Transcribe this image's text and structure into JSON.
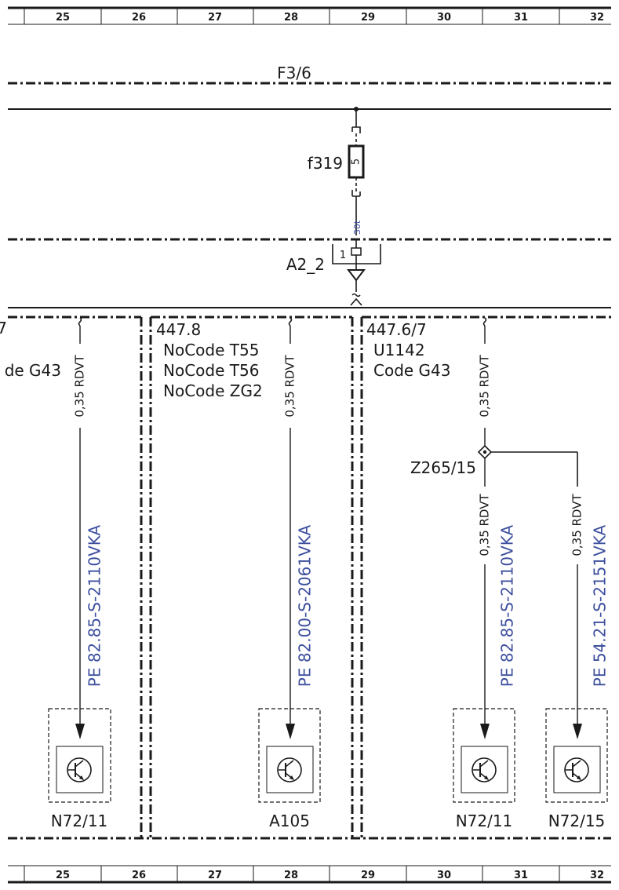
{
  "ruler": {
    "columns": [
      "25",
      "26",
      "27",
      "28",
      "29",
      "30",
      "31",
      "32"
    ]
  },
  "bus": {
    "label": "F3/6"
  },
  "fuse": {
    "label": "f319",
    "number": "5"
  },
  "connector": {
    "label": "A2_2",
    "pin": "1",
    "wire_label": "30t"
  },
  "section_left": {
    "partial_text": "de G43",
    "partial_mark": "7",
    "wire_label": "0,35 RDVT",
    "part_number": "PE 82.85-S-2110VKA",
    "component": "N72/11"
  },
  "section_middle": {
    "title": "447.8",
    "codes": [
      "NoCode T55",
      "NoCode T56",
      "NoCode ZG2"
    ],
    "wire_label": "0,35 RDVT",
    "part_number": "PE 82.00-S-2061VKA",
    "component": "A105"
  },
  "section_right": {
    "title": "447.6/7",
    "codes": [
      "U1142",
      "Code G43"
    ],
    "wire_label_top": "0,35 RDVT",
    "splice": "Z265/15",
    "branch_a": {
      "wire_label": "0,35 RDVT",
      "part_number": "PE 82.85-S-2110VKA",
      "component": "N72/11"
    },
    "branch_b": {
      "wire_label": "0,35 RDVT",
      "part_number": "PE 54.21-S-2151VKA",
      "component": "N72/15"
    }
  }
}
